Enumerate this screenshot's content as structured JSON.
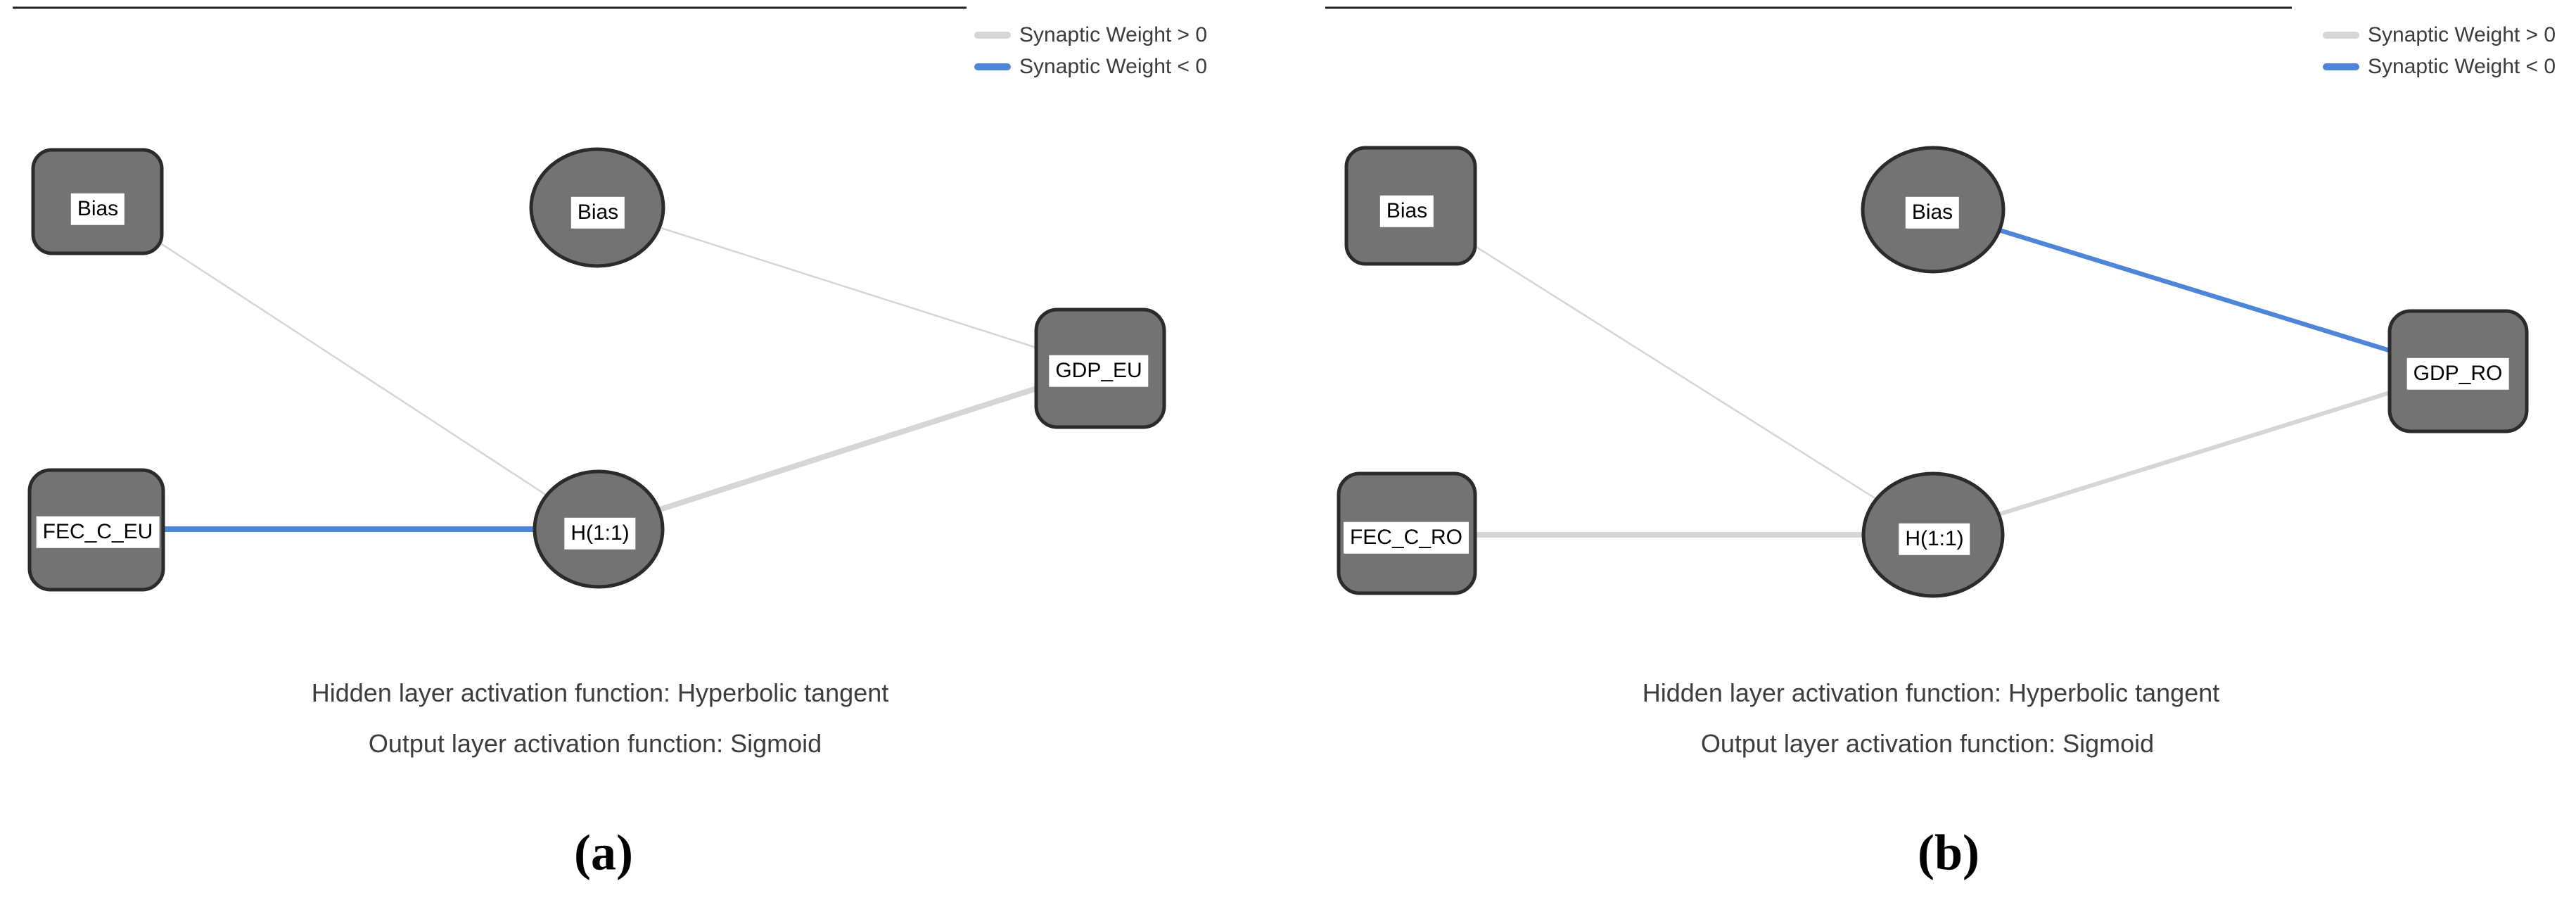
{
  "figure": {
    "type": "neural-network-architecture-diagrams",
    "node_fill": "#737373",
    "node_border": "#2b2b2b"
  },
  "legend": {
    "positive": {
      "label": "Synaptic Weight > 0",
      "color": "#d6d6d6"
    },
    "negative": {
      "label": "Synaptic Weight < 0",
      "color": "#4d86d9"
    }
  },
  "panels": [
    {
      "caption": "(a)",
      "nodes": {
        "bias_input": "Bias",
        "bias_hidden": "Bias",
        "input": "FEC_C_EU",
        "hidden": "H(1:1)",
        "output": "GDP_EU"
      },
      "notes": {
        "hidden_activation": "Hidden layer activation function: Hyperbolic tangent",
        "output_activation": "Output layer activation function: Sigmoid"
      },
      "edges": [
        {
          "from": "bias_input",
          "to": "hidden",
          "weight_sign": "positive"
        },
        {
          "from": "bias_hidden",
          "to": "output",
          "weight_sign": "positive"
        },
        {
          "from": "input",
          "to": "hidden",
          "weight_sign": "negative"
        },
        {
          "from": "hidden",
          "to": "output",
          "weight_sign": "positive"
        }
      ]
    },
    {
      "caption": "(b)",
      "nodes": {
        "bias_input": "Bias",
        "bias_hidden": "Bias",
        "input": "FEC_C_RO",
        "hidden": "H(1:1)",
        "output": "GDP_RO"
      },
      "notes": {
        "hidden_activation": "Hidden layer activation function: Hyperbolic tangent",
        "output_activation": "Output layer activation function: Sigmoid"
      },
      "edges": [
        {
          "from": "bias_input",
          "to": "hidden",
          "weight_sign": "positive"
        },
        {
          "from": "bias_hidden",
          "to": "output",
          "weight_sign": "negative"
        },
        {
          "from": "input",
          "to": "hidden",
          "weight_sign": "positive"
        },
        {
          "from": "hidden",
          "to": "output",
          "weight_sign": "positive"
        }
      ]
    }
  ]
}
